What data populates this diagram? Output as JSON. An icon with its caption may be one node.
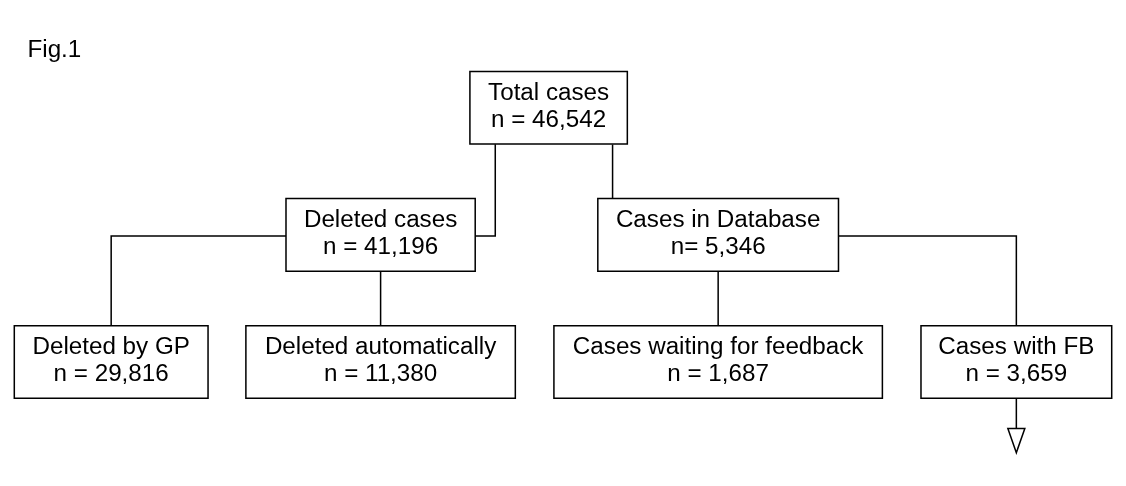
{
  "diagram": {
    "title": "Fig.1",
    "nodes": [
      {
        "text": [
          "Total cases",
          "n = 46,542"
        ]
      },
      {
        "text": [
          "Deleted cases",
          "n = 41,196"
        ]
      },
      {
        "text": [
          "Cases in Database",
          "n= 5,346"
        ]
      },
      {
        "text": [
          "Deleted by GP",
          "n = 29,816"
        ]
      },
      {
        "text": [
          "Deleted automatically",
          "n = 11,380"
        ]
      },
      {
        "text": [
          "Cases waiting for feedback",
          "n = 1,687"
        ]
      },
      {
        "text": [
          "Cases with FB",
          "n = 3,659"
        ]
      }
    ],
    "edges": [
      {
        "from": 0,
        "to": 1,
        "arrow": "none"
      },
      {
        "from": 0,
        "to": 2,
        "arrow": "none"
      },
      {
        "from": 1,
        "to": 3,
        "arrow": "none"
      },
      {
        "from": 1,
        "to": 4,
        "arrow": "none"
      },
      {
        "from": 2,
        "to": 5,
        "arrow": "none"
      },
      {
        "from": 2,
        "to": 6,
        "arrow": "none"
      },
      {
        "from": 6,
        "to": null,
        "arrow": "to"
      }
    ]
  }
}
